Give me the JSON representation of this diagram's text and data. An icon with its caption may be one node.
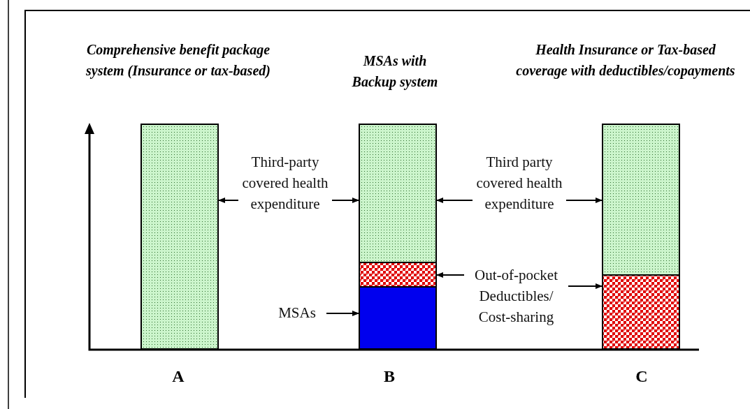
{
  "diagram": {
    "nodes": [
      {
        "text": [],
        "shape": "bar"
      },
      {
        "text": [],
        "shape": "bar"
      },
      {
        "text": [],
        "shape": "bar"
      },
      {
        "text": [],
        "shape": "bar"
      },
      {
        "text": [],
        "shape": "bar"
      },
      {
        "text": [],
        "shape": "bar"
      },
      {
        "text": [
          "Third-party covered health expenditure"
        ]
      },
      {
        "text": [
          "Third party covered health expenditure"
        ]
      },
      {
        "text": [
          "Out-of-pocket Deductibles/ Cost-sharing"
        ]
      },
      {
        "text": [
          "MSAs"
        ]
      }
    ],
    "edges": [
      {
        "from": 6,
        "to": 0,
        "arrow": "to"
      },
      {
        "from": 6,
        "to": 1,
        "arrow": "to"
      },
      {
        "from": 7,
        "to": 1,
        "arrow": "to"
      },
      {
        "from": 7,
        "to": 4,
        "arrow": "to"
      },
      {
        "from": 8,
        "to": 2,
        "arrow": "to"
      },
      {
        "from": 8,
        "to": 5,
        "arrow": "to"
      },
      {
        "from": 9,
        "to": 3,
        "arrow": "to"
      }
    ],
    "labels": [
      "Comprehensive benefit package system (Insurance or tax-based)",
      "MSAs with Backup system",
      "Health Insurance or Tax-based coverage with deductibles/copayments",
      "A",
      "B",
      "C"
    ]
  }
}
